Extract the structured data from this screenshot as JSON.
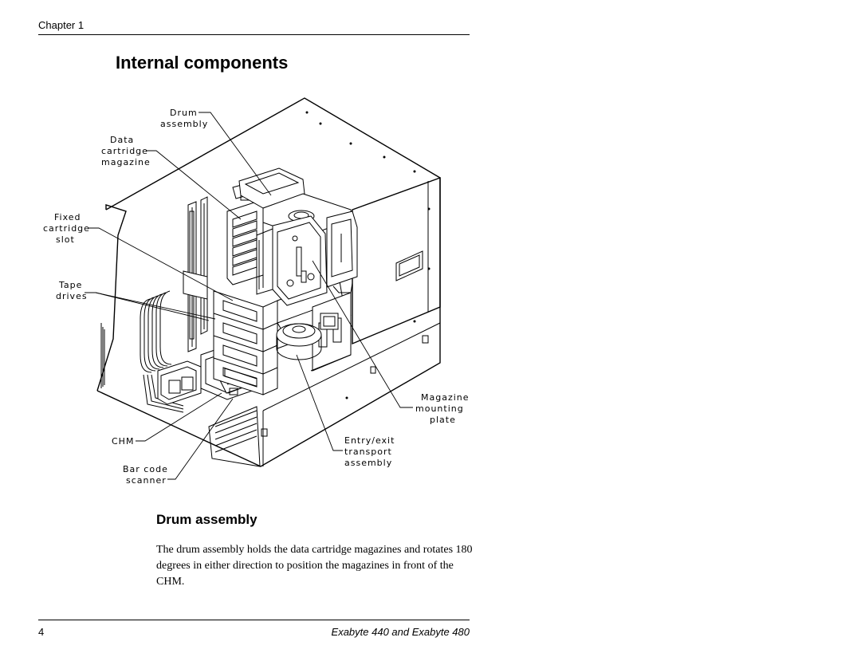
{
  "header": {
    "running_head": "Chapter 1"
  },
  "section": {
    "title": "Internal components"
  },
  "figure": {
    "callouts": [
      {
        "id": "drum",
        "lines": [
          "Drum",
          "assembly"
        ]
      },
      {
        "id": "magazine",
        "lines": [
          "Data",
          "cartridge",
          "magazine"
        ]
      },
      {
        "id": "fixed-slot",
        "lines": [
          "Fixed",
          "cartridge",
          "slot"
        ]
      },
      {
        "id": "tape-drives",
        "lines": [
          "Tape",
          "drives"
        ]
      },
      {
        "id": "chm",
        "lines": [
          "CHM"
        ]
      },
      {
        "id": "barcode",
        "lines": [
          "Bar code",
          "scanner"
        ]
      },
      {
        "id": "entry-exit",
        "lines": [
          "Entry/exit",
          "transport",
          "assembly"
        ]
      },
      {
        "id": "mounting-plate",
        "lines": [
          "Magazine",
          "mounting",
          "plate"
        ]
      }
    ]
  },
  "subsection": {
    "title": "Drum assembly",
    "body": "The drum assembly holds the data cartridge magazines and rotates 180 degrees in either direction to position the magazines in front of the CHM."
  },
  "footer": {
    "page_number": "4",
    "running_foot": "Exabyte 440 and Exabyte 480"
  }
}
